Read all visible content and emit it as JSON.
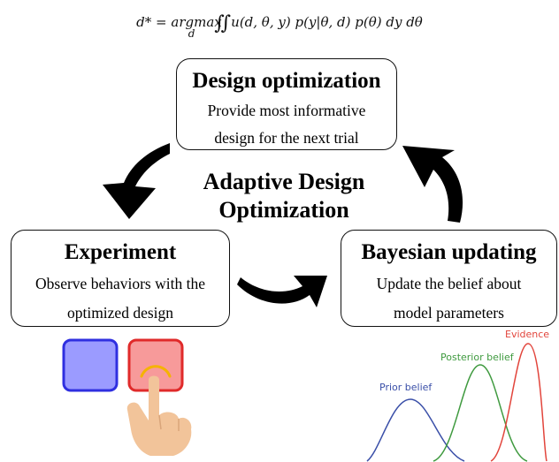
{
  "formula": {
    "lhs": "d* = argmax",
    "subscript": "d",
    "integral": "∬",
    "rhs": "u(d, θ, y) p(y|θ, d) p(θ) dy dθ"
  },
  "center_title": {
    "line1": "Adaptive Design",
    "line2": "Optimization"
  },
  "boxes": {
    "design": {
      "title": "Design optimization",
      "desc_line1": "Provide most informative",
      "desc_line2": "design for the next trial"
    },
    "experiment": {
      "title": "Experiment",
      "desc_line1": "Observe behaviors with the",
      "desc_line2": "optimized design"
    },
    "bayes": {
      "title": "Bayesian updating",
      "desc_line1": "Update the belief about",
      "desc_line2": "model parameters"
    }
  },
  "distributions": {
    "prior": {
      "label": "Prior belief",
      "color": "#3a4fa8"
    },
    "posterior": {
      "label": "Posterior belief",
      "color": "#3f9a3f"
    },
    "evidence": {
      "label": "Evidence",
      "color": "#e2453c"
    }
  },
  "choice_buttons": {
    "left_color": "#9b9bff",
    "left_border": "#2f2fe0",
    "right_color": "#f79a9a",
    "right_border": "#e02a2a",
    "touch_ring_color": "#f5b300",
    "hand_color": "#f2c49a"
  },
  "icons": [
    "arrow-design-to-experiment-icon",
    "arrow-experiment-to-bayes-icon",
    "arrow-bayes-to-design-icon",
    "pointing-hand-icon"
  ]
}
